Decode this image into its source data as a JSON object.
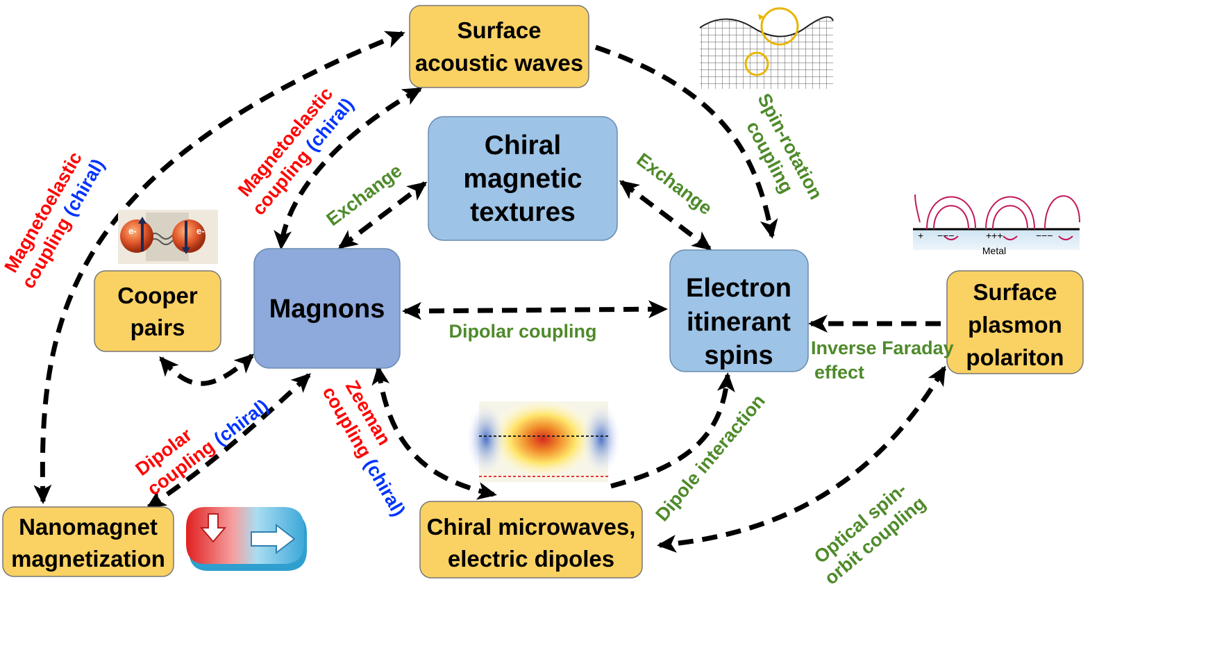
{
  "colors": {
    "yellow_node": "#FAD163",
    "blue_node": "#9DC3E6",
    "dark_blue_node": "#8EA9DB",
    "red_text": "#FF0000",
    "blue_text": "#0033FF",
    "green_text": "#4E8A2A"
  },
  "nodes": {
    "surface_acoustic_waves": [
      "Surface",
      "acoustic waves"
    ],
    "chiral_magnetic_textures": [
      "Chiral",
      "magnetic",
      "textures"
    ],
    "magnons": [
      "Magnons"
    ],
    "electron_itinerant_spins": [
      "Electron",
      "itinerant",
      "spins"
    ],
    "cooper_pairs": [
      "Cooper",
      "pairs"
    ],
    "surface_plasmon_polariton": [
      "Surface",
      "plasmon",
      "polariton"
    ],
    "nanomagnet_magnetization": [
      "Nanomagnet",
      "magnetization"
    ],
    "chiral_microwaves": [
      "Chiral microwaves,",
      "electric dipoles"
    ]
  },
  "edge_labels": {
    "magnetoelastic_outer": {
      "line1": "Magnetoelastic",
      "line2_red": "coupling",
      "line2_blue": "(chiral)"
    },
    "magnetoelastic_inner": {
      "line1": "Magnetoelastic",
      "line2_red": "coupling",
      "line2_blue": "(chiral)"
    },
    "spin_rotation": {
      "line1": "Spin-rotation",
      "line2": "coupling"
    },
    "exchange_left": "Exchange",
    "exchange_right": "Exchange",
    "dipolar_coupling": "Dipolar coupling",
    "inverse_faraday": {
      "line1": "Inverse Faraday",
      "line2": "effect"
    },
    "dipolar_chiral": {
      "line1": "Dipolar",
      "line2_red": "coupling",
      "line2_blue": "(chiral)"
    },
    "zeeman": {
      "line1": "Zeeman",
      "line2_red": "coupling",
      "line2_blue": "(chiral)"
    },
    "dipole_interaction": "Dipole interaction",
    "optical_spin_orbit": {
      "line1": "Optical spin-",
      "line2": "orbit coupling"
    }
  },
  "images": {
    "cooper_electron": "e-",
    "metal_label": "Metal",
    "charges_plus": "+",
    "charges_minus": "−−−",
    "charges_plus3": "+++",
    "charges_minus2": "−−−"
  }
}
